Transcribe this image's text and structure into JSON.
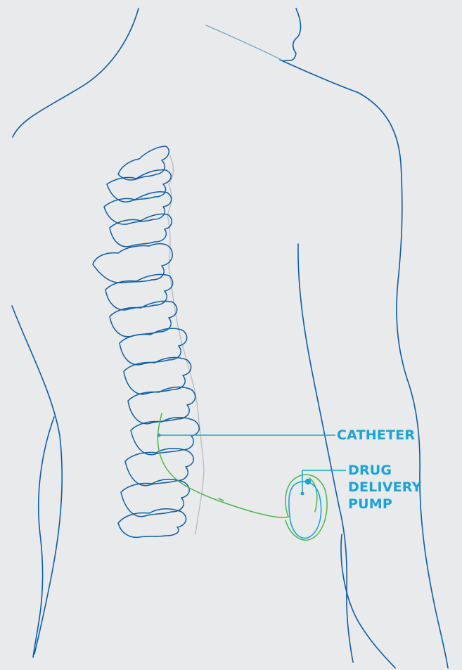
{
  "labels": {
    "catheter": "CATHETER",
    "pump_line1": "DRUG",
    "pump_line2": "DELIVERY",
    "pump_line3": "PUMP"
  },
  "colors": {
    "background": "#e8eaec",
    "body_outline": "#0f5da3",
    "shoulder_line": "#7aa7c7",
    "spine_shadow": "#b9bec3",
    "label": "#1aa3d8",
    "catheter": "#4cb648",
    "pump": "#1aa3d8"
  }
}
